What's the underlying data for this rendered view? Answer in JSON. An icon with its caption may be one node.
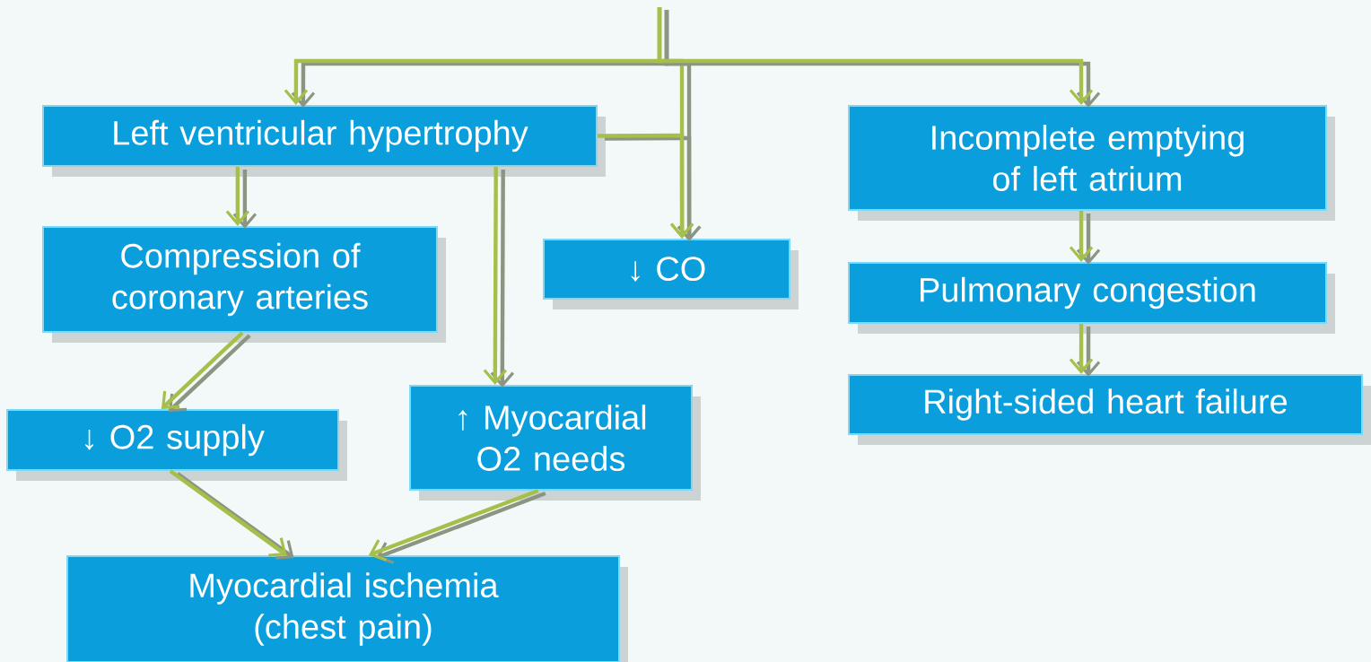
{
  "diagram": {
    "nodes": [
      {
        "text": [
          "Left ventricular hypertrophy"
        ]
      },
      {
        "text": [
          "Compression of coronary arteries"
        ]
      },
      {
        "text": [
          "↓ CO"
        ]
      },
      {
        "text": [
          "Incomplete emptying of left atrium"
        ]
      },
      {
        "text": [
          "↓ O2 supply"
        ]
      },
      {
        "text": [
          "↑ Myocardial O2 needs"
        ]
      },
      {
        "text": [
          "Pulmonary congestion"
        ]
      },
      {
        "text": [
          "Right-sided heart failure"
        ]
      },
      {
        "text": [
          "Myocardial ischemia (chest pain)"
        ]
      }
    ],
    "edges": [
      {
        "from": null,
        "to": 0,
        "arrow": "to"
      },
      {
        "from": null,
        "to": 2,
        "arrow": "to"
      },
      {
        "from": null,
        "to": 3,
        "arrow": "to"
      },
      {
        "from": 0,
        "to": 2,
        "arrow": "to"
      },
      {
        "from": 0,
        "to": 1,
        "arrow": "to"
      },
      {
        "from": 0,
        "to": 5,
        "arrow": "to"
      },
      {
        "from": 1,
        "to": 4,
        "arrow": "to"
      },
      {
        "from": 4,
        "to": 8,
        "arrow": "to"
      },
      {
        "from": 5,
        "to": 8,
        "arrow": "to"
      },
      {
        "from": 3,
        "to": 6,
        "arrow": "to"
      },
      {
        "from": 6,
        "to": 7,
        "arrow": "to"
      }
    ]
  }
}
